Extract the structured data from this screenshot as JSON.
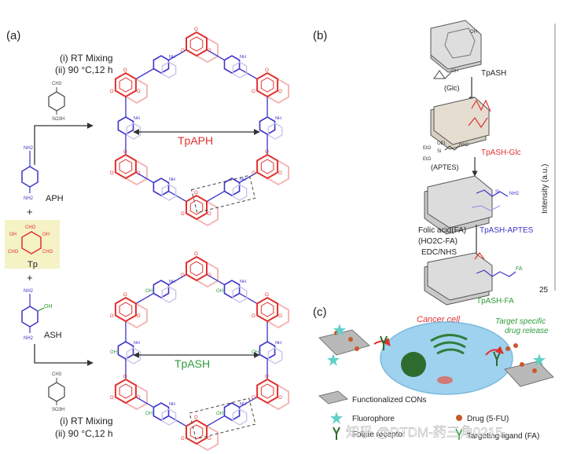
{
  "colors": {
    "red": "#e0322e",
    "blue": "#3c34c8",
    "green": "#2e9c3a",
    "tp_bg": "#f5f2c6",
    "cell": "#9fd2ee",
    "nucleus": "#2e6b2e",
    "sheet": "#b9b9b9"
  },
  "panel_a": {
    "label": "(a)",
    "cond_top_1": "(i) RT Mixing",
    "cond_top_2": "(ii) 90 °C,12 h",
    "tos_ch3": "CH3",
    "tos_so3h": "SO3H",
    "aph": "APH",
    "nh2_top": "NH2",
    "nh2_mid": "NH2",
    "plus1": "+",
    "tp": "Tp",
    "cho": "CHO",
    "oh": "OH",
    "plus2": "+",
    "ash": "ASH",
    "ash_oh": "OH",
    "nh2_ash": "NH2",
    "nh2_ash_top": "NH2",
    "cond_bot_1": "(i) RT Mixing",
    "cond_bot_2": "(ii) 90 °C,12 h",
    "tpaph": "TpAPH",
    "tpash": "TpASH",
    "ring_o": "O",
    "ring_nh": "NH",
    "ring_oh": "OH"
  },
  "panel_b": {
    "label": "(b)",
    "tpash": "TpASH",
    "oh": "OH",
    "glc": "(Glc)",
    "tpash_glc": "TpASH-Glc",
    "eto1": "EtO",
    "oet": "OEt",
    "eto2": "EtO",
    "si": "Si",
    "nh2": "NH2",
    "aptes": "(APTES)",
    "tpash_aptes": "TpASH-APTES",
    "fa1": "Folic acid(FA)",
    "fa2": "(HO2C-FA)",
    "fa3": "EDC/NHS",
    "tpash_fa": "TpASH-FA",
    "fa": "FA",
    "intensity": "Intensity (a.u.)",
    "tick": "25"
  },
  "panel_c": {
    "label": "(c)",
    "cancer_cell": "Cancer cell",
    "release_1": "Target specific",
    "release_2": "drug release",
    "legend_cons": "Functionalized CONs",
    "legend_fluor": "Fluorophore",
    "legend_folate": "Folate receptor",
    "legend_drug": "Drug (5-FU)",
    "legend_ligand": "Targeting ligand (FA)"
  },
  "watermark": "知乎 @DTDM-药三角0215"
}
